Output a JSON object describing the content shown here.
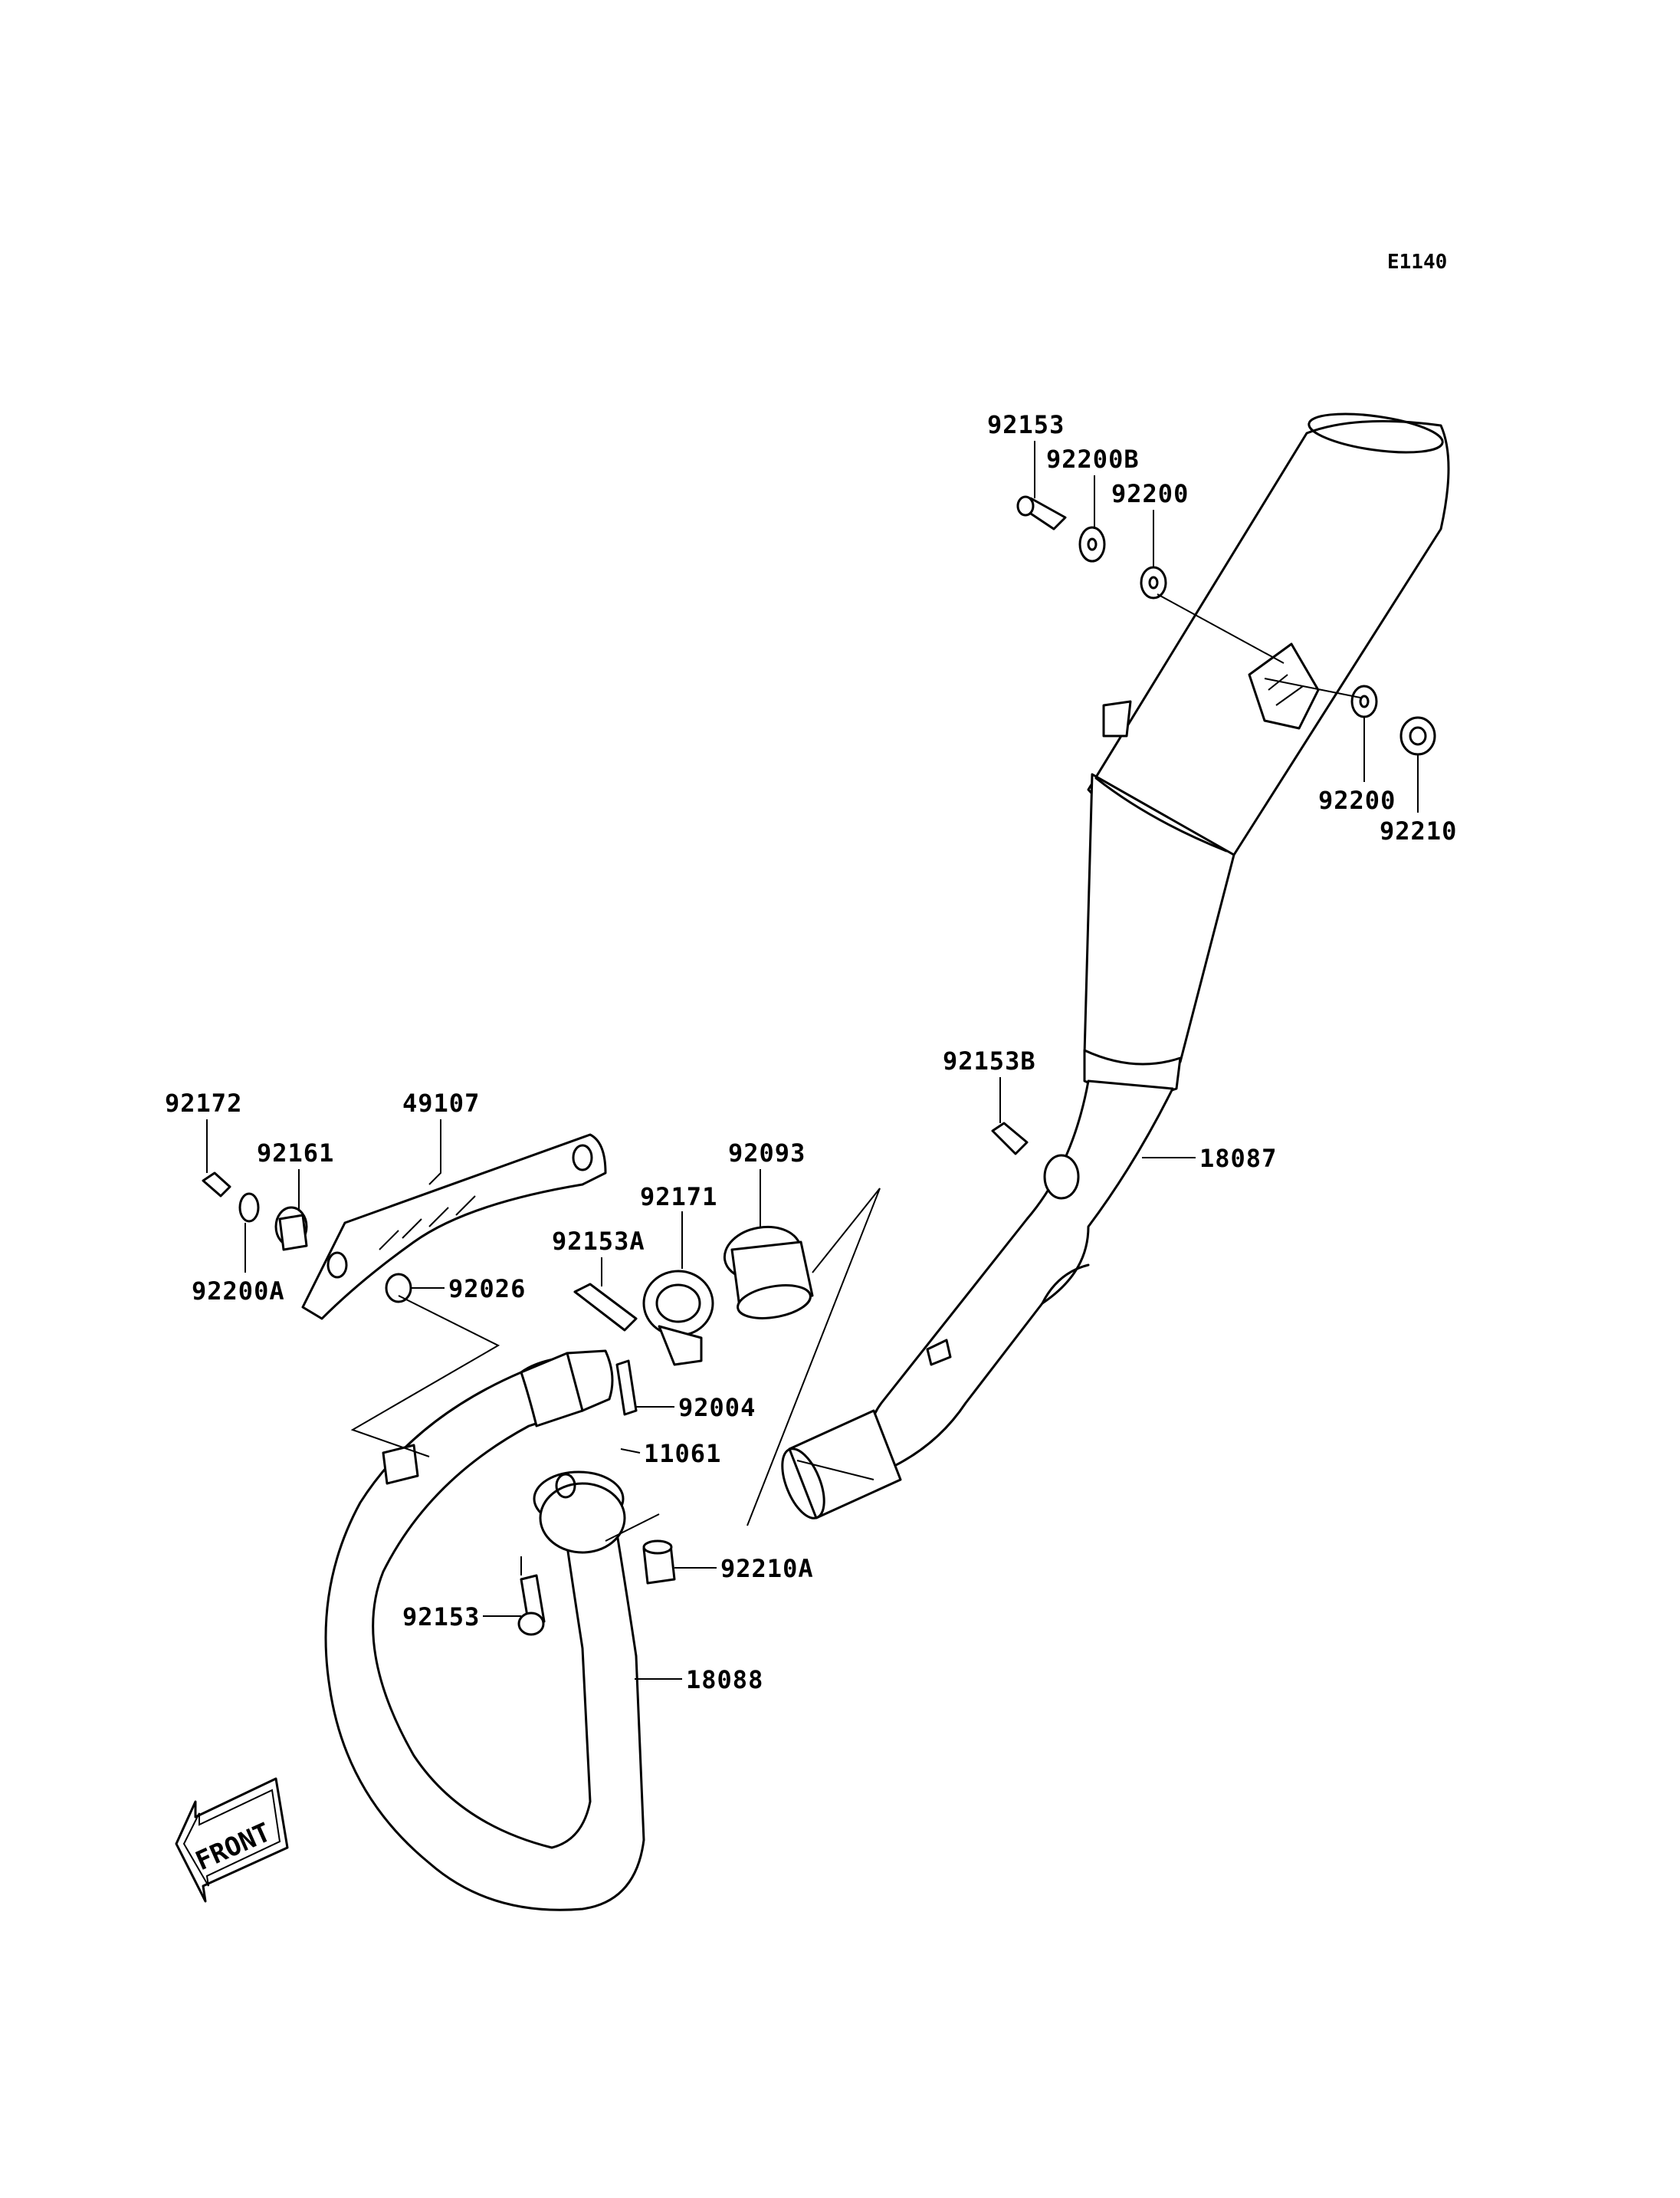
{
  "diagram_code": "E1140",
  "front_label": "FRONT",
  "parts": {
    "p92153_top": "92153",
    "p92200B": "92200B",
    "p92200_top": "92200",
    "p92200_right": "92200",
    "p92210": "92210",
    "p92153B": "92153B",
    "p18087": "18087",
    "p92172": "92172",
    "p49107": "49107",
    "p92161": "92161",
    "p92093": "92093",
    "p92171": "92171",
    "p92153A": "92153A",
    "p92200A": "92200A",
    "p92026": "92026",
    "p92004": "92004",
    "p11061": "11061",
    "p92210A": "92210A",
    "p92153_bottom": "92153",
    "p18088": "18088"
  }
}
